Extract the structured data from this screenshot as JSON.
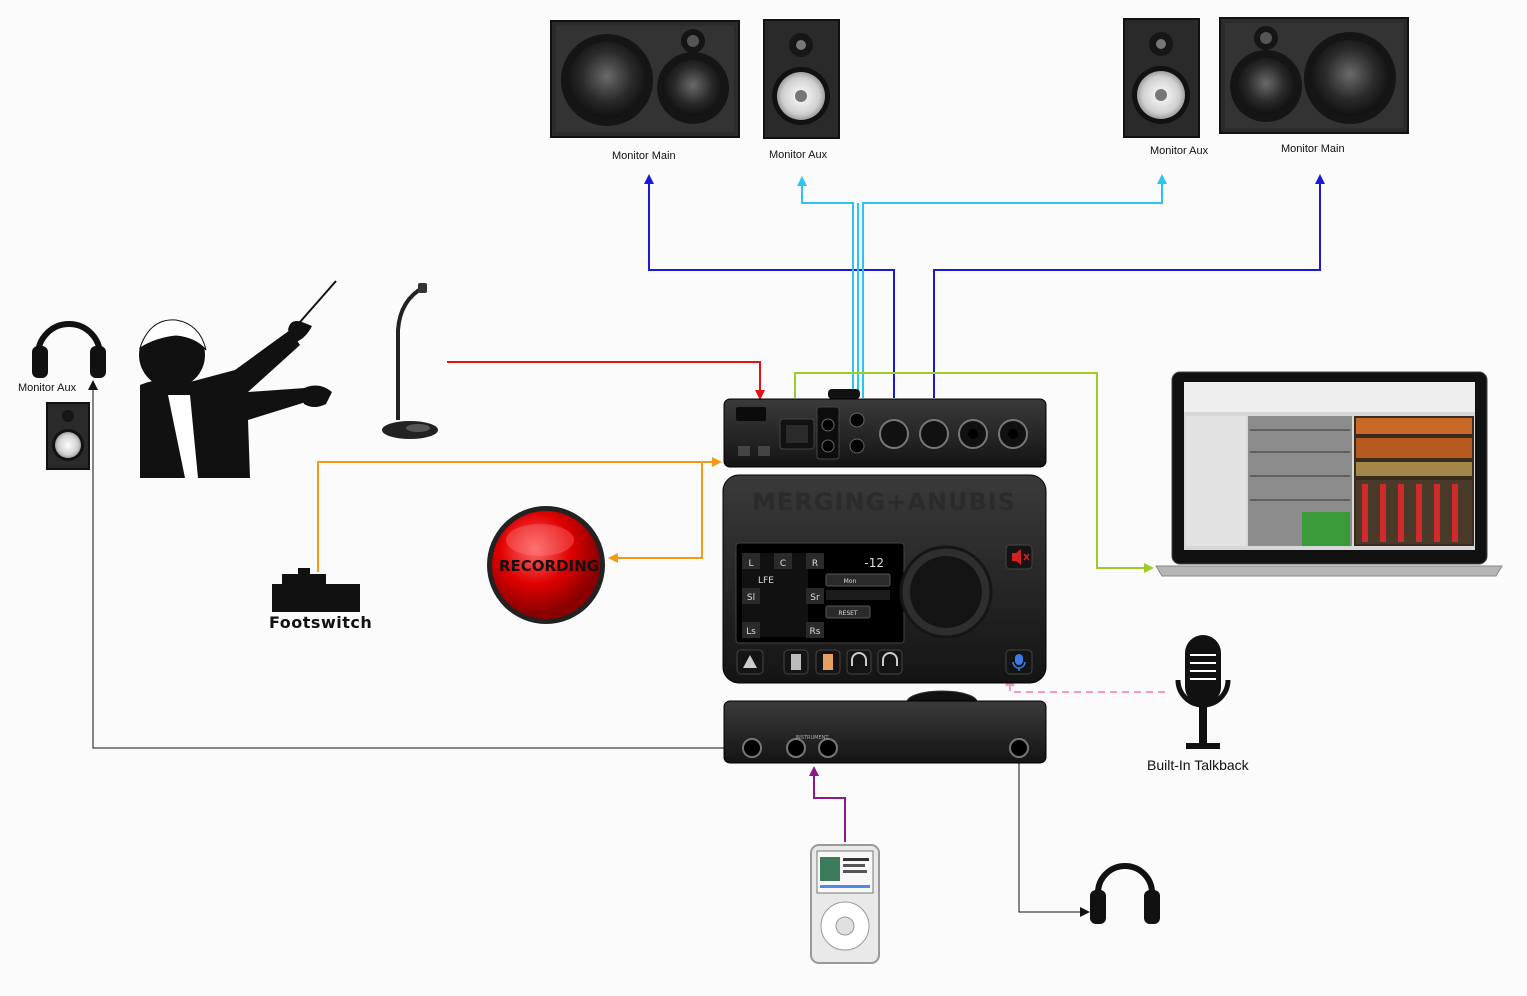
{
  "labels": {
    "monitor_main_left": "Monitor Main",
    "monitor_aux_left": "Monitor Aux",
    "monitor_aux_right": "Monitor Aux",
    "monitor_main_right": "Monitor Main",
    "monitor_aux_side": "Monitor Aux",
    "footswitch": "Footswitch",
    "recording": "RECORDING",
    "talkback": "Built-In Talkback"
  },
  "device": {
    "brand": "MERGING+ANUBIS",
    "screen": {
      "channels": [
        "L",
        "C",
        "R",
        "LFE",
        "Sl",
        "Sr",
        "Ls",
        "Rs"
      ],
      "level": "-12",
      "mode": "Mon",
      "reset": "RESET"
    },
    "footer_instrument": "INSTRUMENT"
  },
  "colors": {
    "mic_line": "#e81010",
    "main_line": "#1a1ad6",
    "aux_line": "#2cc4f0",
    "computer_line": "#9ecb2a",
    "footswitch_line": "#f39a16",
    "talkback_line": "#f39ac8",
    "ipod_line": "#8a1a8a",
    "headphone_line": "#111111",
    "record_button": "#e00000"
  },
  "icons": [
    "speaker-icon",
    "headphones-icon",
    "conductor-icon",
    "gooseneck-mic-icon",
    "footswitch-icon",
    "record-button-icon",
    "laptop-icon",
    "talkback-mic-icon",
    "ipod-icon"
  ]
}
